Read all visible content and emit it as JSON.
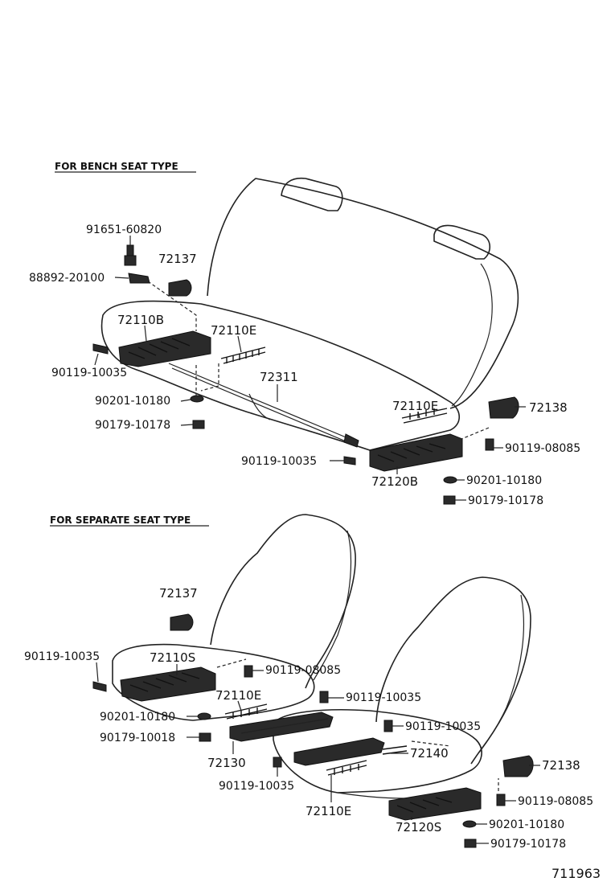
{
  "figure_number": "711963",
  "sections": {
    "bench": {
      "title": "FOR BENCH SEAT TYPE",
      "labels": {
        "l_91651_60820": "91651-60820",
        "l_72137": "72137",
        "l_88892_20100": "88892-20100",
        "l_72110B": "72110B",
        "l_72110E_a": "72110E",
        "l_90119_10035_a": "90119-10035",
        "l_72311": "72311",
        "l_90201_10180_a": "90201-10180",
        "l_90179_10178_a": "90179-10178",
        "l_72110E_b": "72110E",
        "l_72138": "72138",
        "l_90119_08085": "90119-08085",
        "l_90119_10035_b": "90119-10035",
        "l_72120B": "72120B",
        "l_90201_10180_b": "90201-10180",
        "l_90179_10178_b": "90179-10178"
      }
    },
    "separate": {
      "title": "FOR SEPARATE SEAT TYPE",
      "labels": {
        "l_72137": "72137",
        "l_90119_10035_a": "90119-10035",
        "l_72110S": "72110S",
        "l_90119_08085_a": "90119-08085",
        "l_72110E_a": "72110E",
        "l_90119_10035_b": "90119-10035",
        "l_90201_10180_a": "90201-10180",
        "l_90119_10035_c": "90119-10035",
        "l_90179_10018": "90179-10018",
        "l_72140": "72140",
        "l_72130": "72130",
        "l_72138": "72138",
        "l_90119_10035_d": "90119-10035",
        "l_90119_08085_b": "90119-08085",
        "l_72110E_b": "72110E",
        "l_72120S": "72120S",
        "l_90201_10180_b": "90201-10180",
        "l_90179_10178": "90179-10178"
      }
    }
  }
}
